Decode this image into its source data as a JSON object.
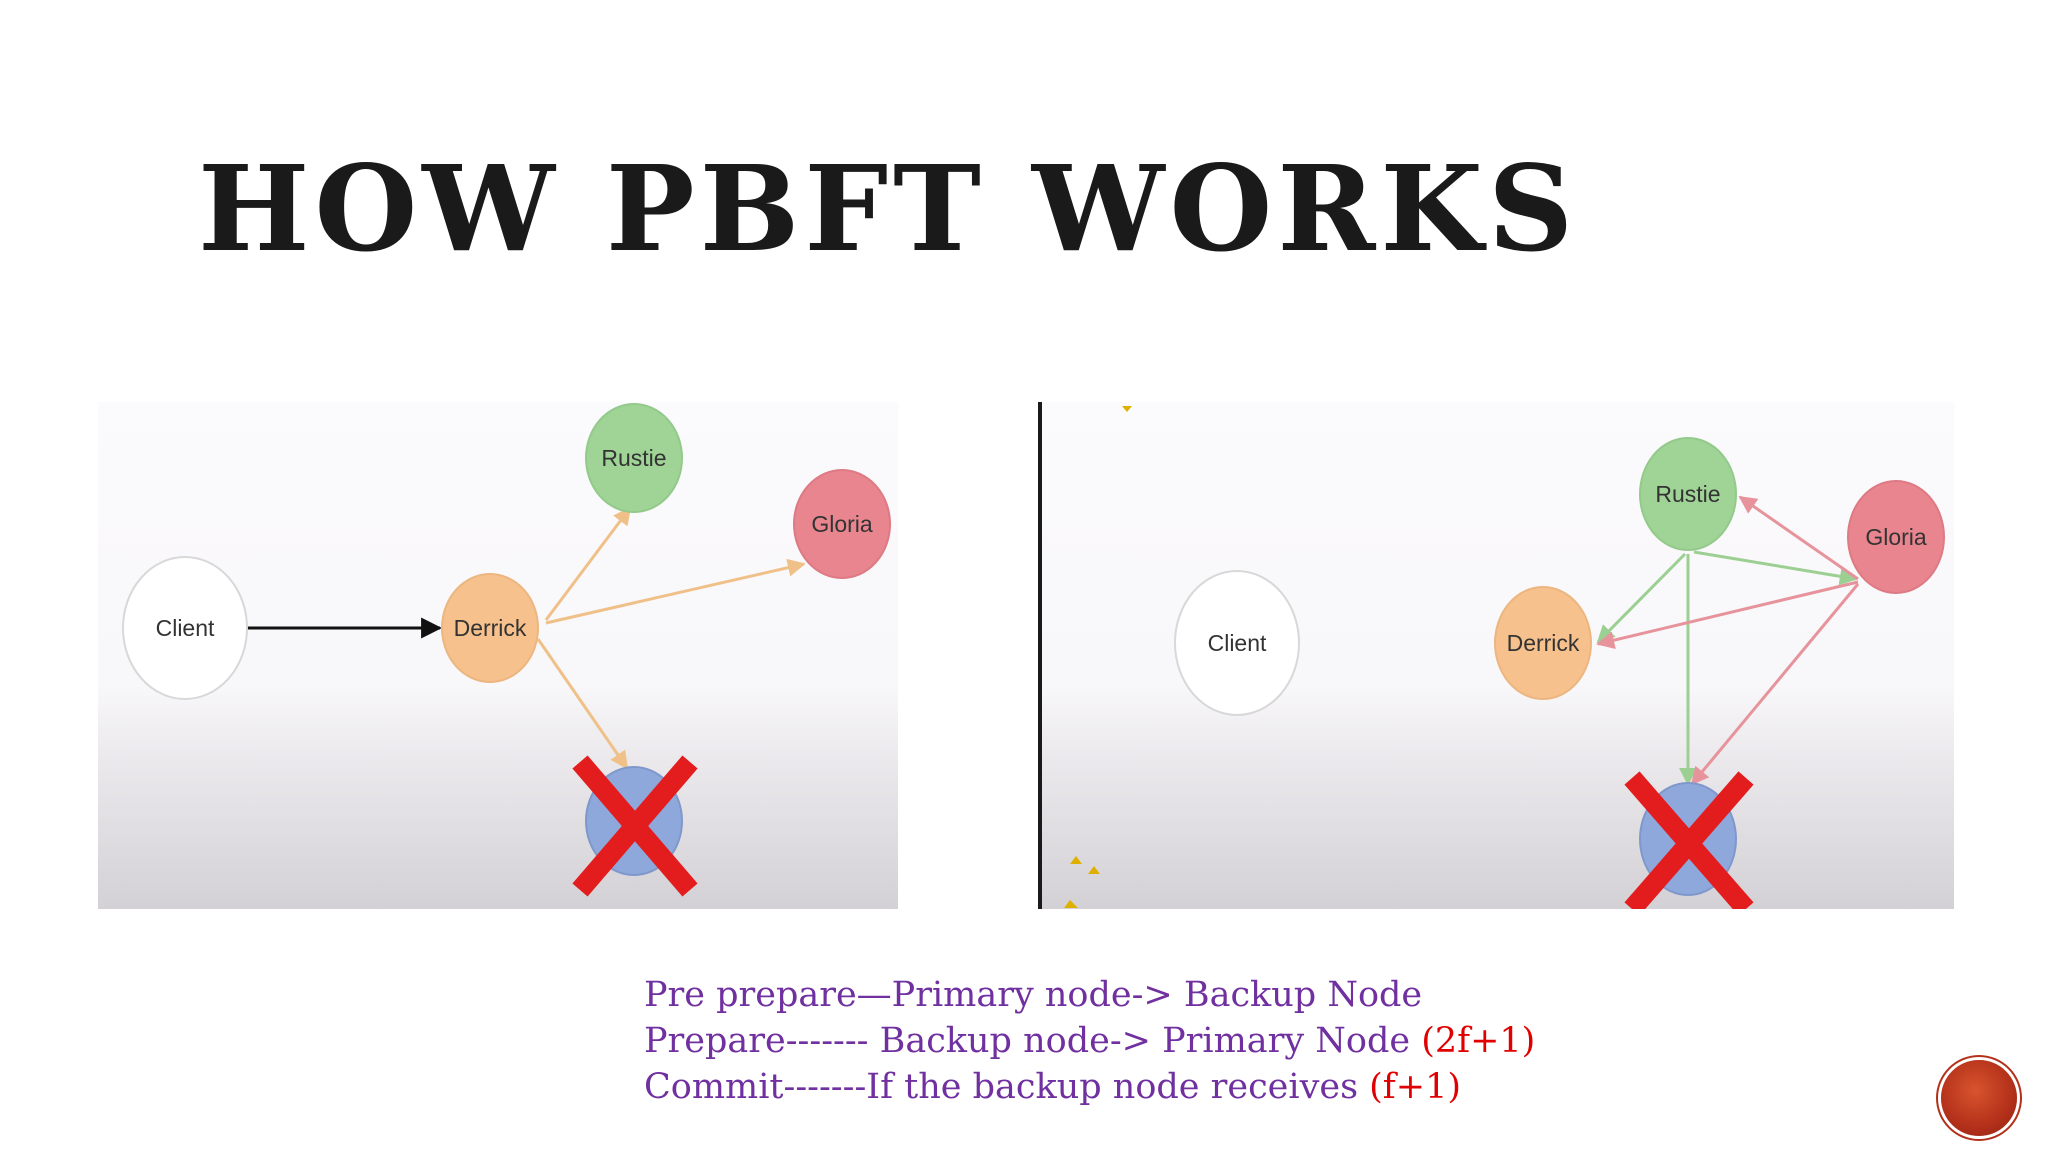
{
  "slide": {
    "title": "HOW PBFT WORKS"
  },
  "diagram_left": {
    "nodes": {
      "client": "Client",
      "derrick": "Derrick",
      "rustie": "Rustie",
      "gloria": "Gloria"
    },
    "failed_node_marker": "red X over blue node"
  },
  "diagram_right": {
    "nodes": {
      "client": "Client",
      "derrick": "Derrick",
      "rustie": "Rustie",
      "gloria": "Gloria"
    },
    "failed_node_marker": "red X over blue node"
  },
  "colors": {
    "client_fill": "#ffffff",
    "derrick_fill": "#f6c18c",
    "rustie_fill": "#9fd496",
    "gloria_fill": "#e8858e",
    "failed_node_fill": "#8fa8dc",
    "cross": "#e31d1d",
    "orange_arrow": "#f0c089",
    "green_arrow": "#9ccf92",
    "red_arrow": "#e7939c",
    "legend_text": "#7030a0",
    "legend_highlight": "#e00000"
  },
  "legend": {
    "line1": {
      "text": "Pre prepare—Primary node-> Backup Node"
    },
    "line2": {
      "text": "Prepare------- Backup node-> Primary Node ",
      "highlight": "(2f+1)"
    },
    "line3": {
      "text": "Commit-------If the backup node receives ",
      "highlight": "(f+1)"
    }
  },
  "nav": {
    "icon": "next-slide-button"
  }
}
